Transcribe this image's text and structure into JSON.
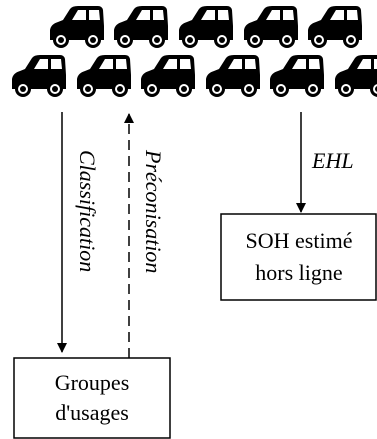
{
  "fleet": {
    "rows": [
      5,
      6
    ],
    "car_icon": "car-icon",
    "car_color": "#000000"
  },
  "arrows": {
    "classification": {
      "label": "Classification",
      "style": "solid"
    },
    "preconisation": {
      "label": "Préconisation",
      "style": "dashed"
    },
    "ehl": {
      "label": "EHL",
      "style": "solid"
    }
  },
  "boxes": {
    "groups": {
      "line1": "Groupes",
      "line2": "d'usages"
    },
    "soh": {
      "line1": "SOH estimé",
      "line2": "hors ligne"
    }
  }
}
